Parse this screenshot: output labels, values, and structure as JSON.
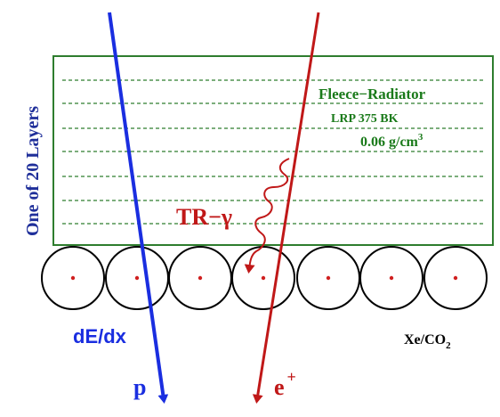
{
  "side_label": "One of 20 Layers",
  "radiator": {
    "name": "Fleece−Radiator",
    "material": "LRP 375 BK",
    "density_value": "0.06 g/cm",
    "density_exponent": "3"
  },
  "tr_label": "TR−γ",
  "dedx_label": "dE/dx",
  "gas": {
    "base": "Xe/CO",
    "subscript": "2"
  },
  "particles": {
    "proton": "p",
    "positron": "e",
    "positron_charge": "+"
  },
  "colors": {
    "radiator_border": "#2e7d2e",
    "radiator_text": "#1a7a1a",
    "proton_track": "#1a2ee0",
    "positron_track": "#c01818",
    "side_label": "#1f2f9a",
    "tube_outline": "#000000",
    "tube_wire": "#d02020"
  }
}
